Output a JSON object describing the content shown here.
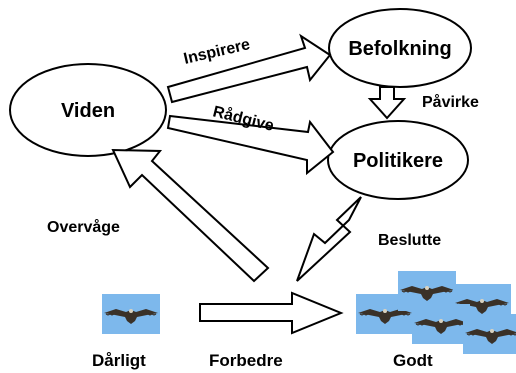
{
  "nodes": {
    "viden": "Viden",
    "befolkning": "Befolkning",
    "politikere": "Politikere"
  },
  "edges": {
    "inspirere": "Inspirere",
    "raadgive": "Rådgive",
    "paavirke": "Påvirke",
    "beslutte": "Beslutte",
    "overvaage": "Overvåge",
    "forbedre": "Forbedre"
  },
  "states": {
    "bad": "Dårligt",
    "good": "Godt"
  },
  "colors": {
    "sky": "#7db8ec",
    "bird": "#3a3128"
  },
  "icons": {
    "bird": "eagle-photo-icon"
  }
}
